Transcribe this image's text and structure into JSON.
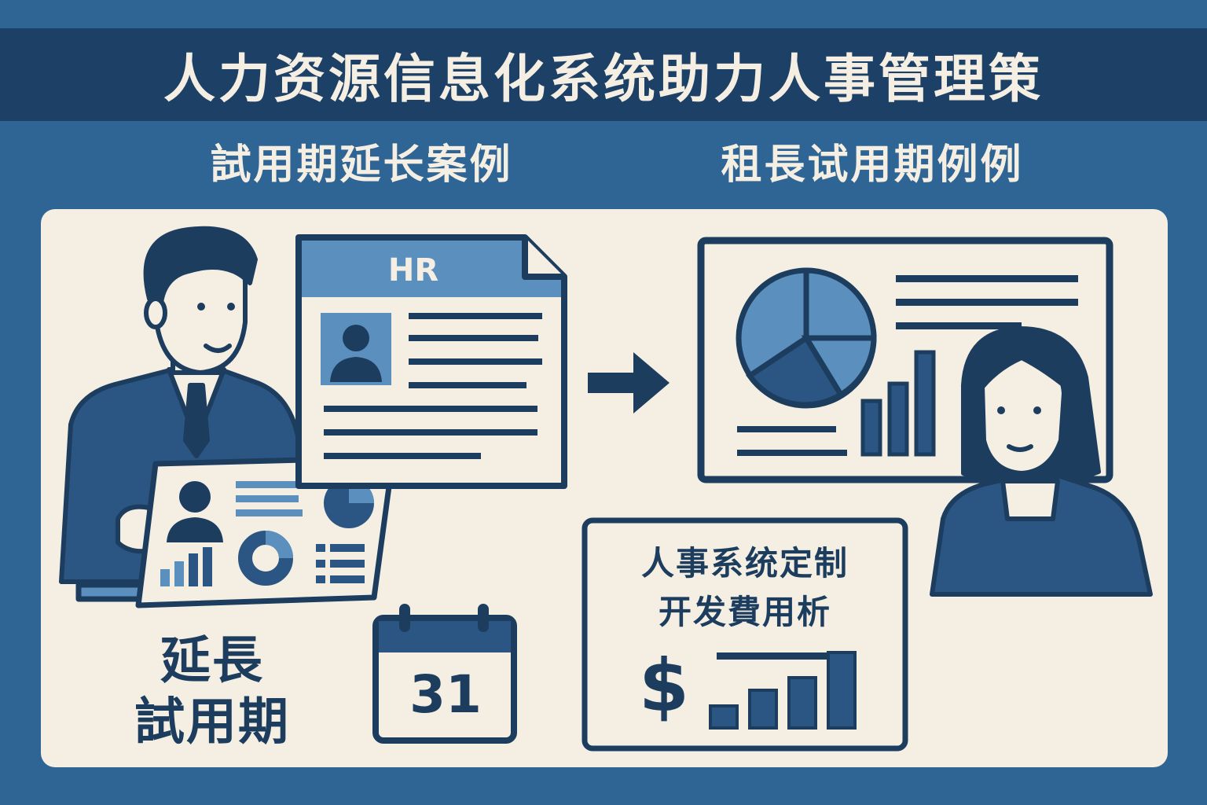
{
  "title": "人力资源信息化系统助力人事管理策",
  "subtitles": {
    "left": "試用期延长案例",
    "right": "租長试用期例例"
  },
  "hr_document": {
    "header_label": "HR"
  },
  "calendar": {
    "day": "31"
  },
  "extend_label": {
    "line1": "延長",
    "line2": "試用期"
  },
  "cost_box": {
    "line1": "人事系统定制",
    "line2": "开发費用析",
    "currency_symbol": "$"
  },
  "colors": {
    "background": "#2e6594",
    "title_bar": "#1d4066",
    "panel": "#f5efe3",
    "ink": "#1d3d5f",
    "accent": "#5b8fbd"
  },
  "icons": [
    "businessman-icon",
    "laptop-dashboard-icon",
    "hr-document-icon",
    "arrow-right-icon",
    "presentation-board-icon",
    "pie-chart-icon",
    "bar-chart-icon",
    "businesswoman-icon",
    "calendar-icon",
    "dollar-icon"
  ]
}
